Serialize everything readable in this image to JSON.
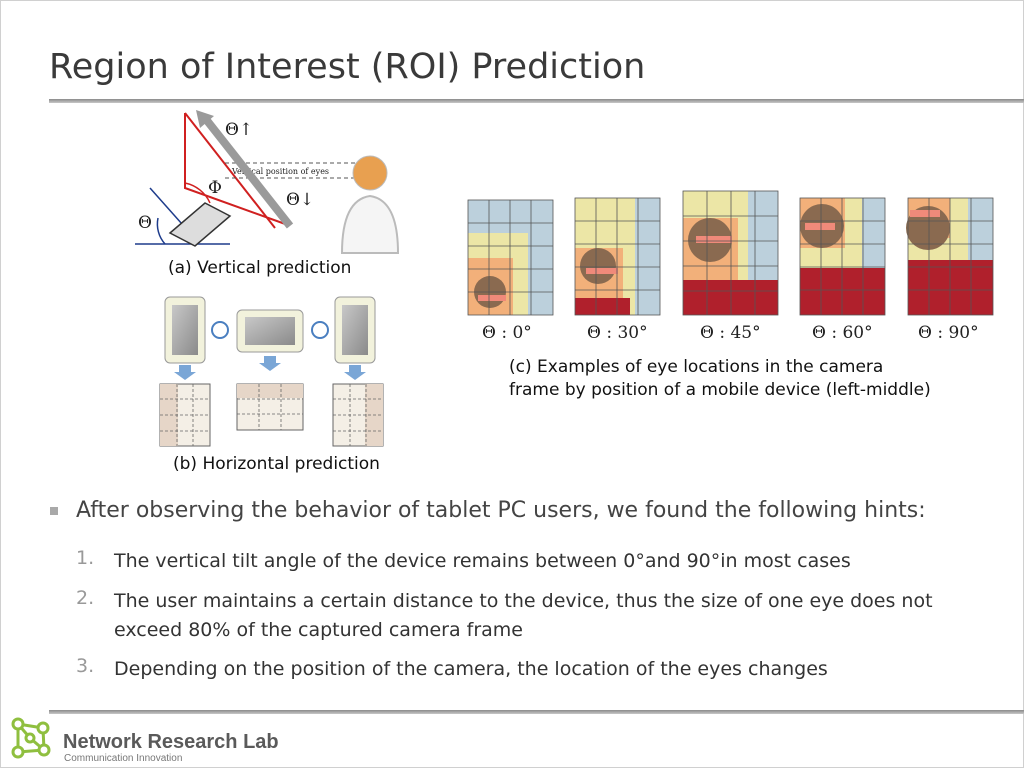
{
  "title": "Region of Interest (ROI) Prediction",
  "figure": {
    "vertical_caption": "(a) Vertical prediction",
    "horizontal_caption": "(b) Horizontal prediction",
    "examples_caption_line1": "(c) Examples of eye locations in the camera",
    "examples_caption_line2": "frame by position of a mobile device (left-middle)",
    "diagram_label_eyes": "Vertical position of eyes",
    "diagram_theta_up": "Θ↑",
    "diagram_theta_down": "Θ↓",
    "diagram_phi": "Φ",
    "diagram_theta": "Θ",
    "angles": [
      "Θ : 0°",
      "Θ : 30°",
      "Θ : 45°",
      "Θ : 60°",
      "Θ : 90°"
    ]
  },
  "bullet": "After observing the behavior of tablet PC users, we found the following hints:",
  "items": [
    {
      "num": "1.",
      "text": "The vertical tilt angle of the device remains between 0°and 90°in most cases"
    },
    {
      "num": "2.",
      "text": "The user maintains a certain distance to the device, thus the size of one eye does not exceed 80% of the captured camera frame"
    },
    {
      "num": "3.",
      "text": "Depending on the position of the camera, the location of the eyes changes"
    }
  ],
  "footer": {
    "title": "Network Research Lab",
    "subtitle": "Communication Innovation"
  },
  "colors": {
    "grid_orange": "#f2b07a",
    "grid_yellow": "#ece6a6",
    "grid_blue": "#bcd0dc",
    "shirt_red": "#c0202c",
    "logo_green": "#8fbf3f"
  }
}
